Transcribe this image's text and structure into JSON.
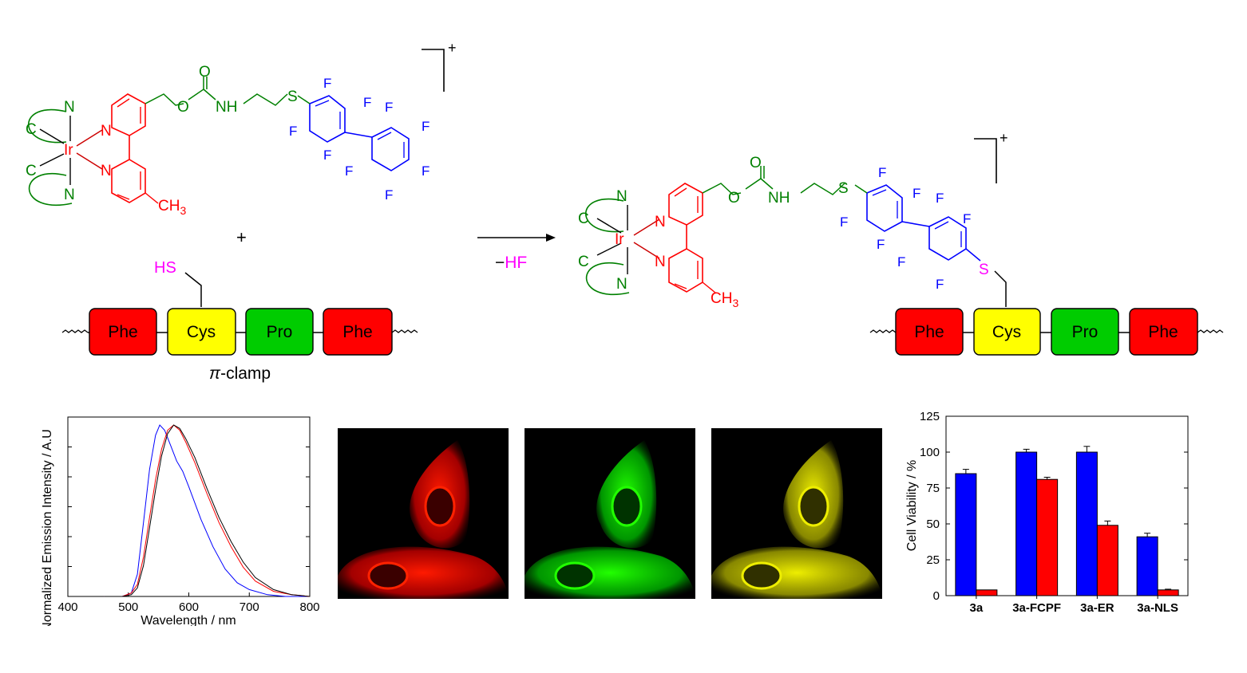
{
  "colors": {
    "red": "#ff0000",
    "yellow": "#ffff00",
    "green": "#00cc00",
    "scaffold_green": "#008000",
    "blue": "#0000ff",
    "magenta": "#ff00ff"
  },
  "scheme": {
    "charge": "+",
    "plus_sign": "+",
    "reagent_label": "−HF",
    "reagent_prefix": "−",
    "reagent_hf": "HF",
    "arrow_icon": "right-arrow-icon",
    "complex": {
      "metal": "Ir",
      "n": "N",
      "c": "C",
      "o": "O",
      "nh": "NH",
      "s": "S",
      "f": "F",
      "methyl": "CH",
      "methyl_sub": "3"
    },
    "thiol_label": "HS",
    "conjugated_s": "S",
    "peptide": {
      "residues": [
        "Phe",
        "Cys",
        "Pro",
        "Phe"
      ],
      "residue_colors": [
        "#ff0000",
        "#ffff00",
        "#00cc00",
        "#ff0000"
      ],
      "name_symbol": "π",
      "name_suffix": "-clamp"
    }
  },
  "chart_data": [
    {
      "type": "line",
      "xlabel": "Wavelength / nm",
      "ylabel": "Normalized Emission Intensity / A.U",
      "xlim": [
        400,
        800
      ],
      "xticks": [
        "400",
        "500",
        "600",
        "700",
        "800"
      ],
      "grid": false,
      "series": [
        {
          "color": "#0000ff",
          "x": [
            460,
            490,
            505,
            515,
            525,
            535,
            545,
            552,
            560,
            570,
            580,
            590,
            600,
            620,
            640,
            660,
            680,
            700,
            730,
            760,
            800
          ],
          "y": [
            0,
            0,
            0.02,
            0.13,
            0.43,
            0.74,
            0.94,
            1.0,
            0.97,
            0.88,
            0.79,
            0.73,
            0.64,
            0.45,
            0.29,
            0.16,
            0.08,
            0.04,
            0.01,
            0,
            0
          ]
        },
        {
          "color": "#ff0000",
          "x": [
            460,
            490,
            505,
            515,
            525,
            535,
            545,
            555,
            565,
            575,
            585,
            595,
            610,
            630,
            650,
            670,
            690,
            710,
            740,
            770,
            800
          ],
          "y": [
            0,
            0,
            0.02,
            0.07,
            0.23,
            0.46,
            0.68,
            0.86,
            0.97,
            1.0,
            0.97,
            0.9,
            0.78,
            0.6,
            0.43,
            0.29,
            0.17,
            0.09,
            0.03,
            0.01,
            0
          ]
        },
        {
          "color": "#000000",
          "x": [
            460,
            490,
            505,
            515,
            525,
            535,
            545,
            555,
            565,
            575,
            585,
            595,
            610,
            630,
            650,
            670,
            690,
            710,
            740,
            770,
            800
          ],
          "y": [
            0,
            0,
            0.01,
            0.05,
            0.18,
            0.4,
            0.62,
            0.82,
            0.95,
            1.0,
            0.98,
            0.92,
            0.81,
            0.63,
            0.46,
            0.32,
            0.2,
            0.11,
            0.04,
            0.01,
            0
          ]
        }
      ]
    },
    {
      "type": "bar",
      "categories": [
        "3a",
        "3a-FCPF",
        "3a-ER",
        "3a-NLS"
      ],
      "ylabel": "Cell Viability / %",
      "ylim": [
        0,
        125
      ],
      "yticks": [
        "0",
        "25",
        "50",
        "75",
        "100",
        "125"
      ],
      "series": [
        {
          "color": "#0000ff",
          "values": [
            85,
            100,
            100,
            41
          ],
          "errors": [
            3,
            2,
            4,
            2.5
          ]
        },
        {
          "color": "#ff0000",
          "values": [
            4,
            81,
            49,
            4
          ],
          "errors": [
            0,
            1.5,
            3,
            0.5
          ]
        }
      ]
    }
  ],
  "micrographs": [
    {
      "channel": "red",
      "color": "#ff0000"
    },
    {
      "channel": "green",
      "color": "#00dd00"
    },
    {
      "channel": "merged",
      "color": "#e0d000"
    }
  ]
}
